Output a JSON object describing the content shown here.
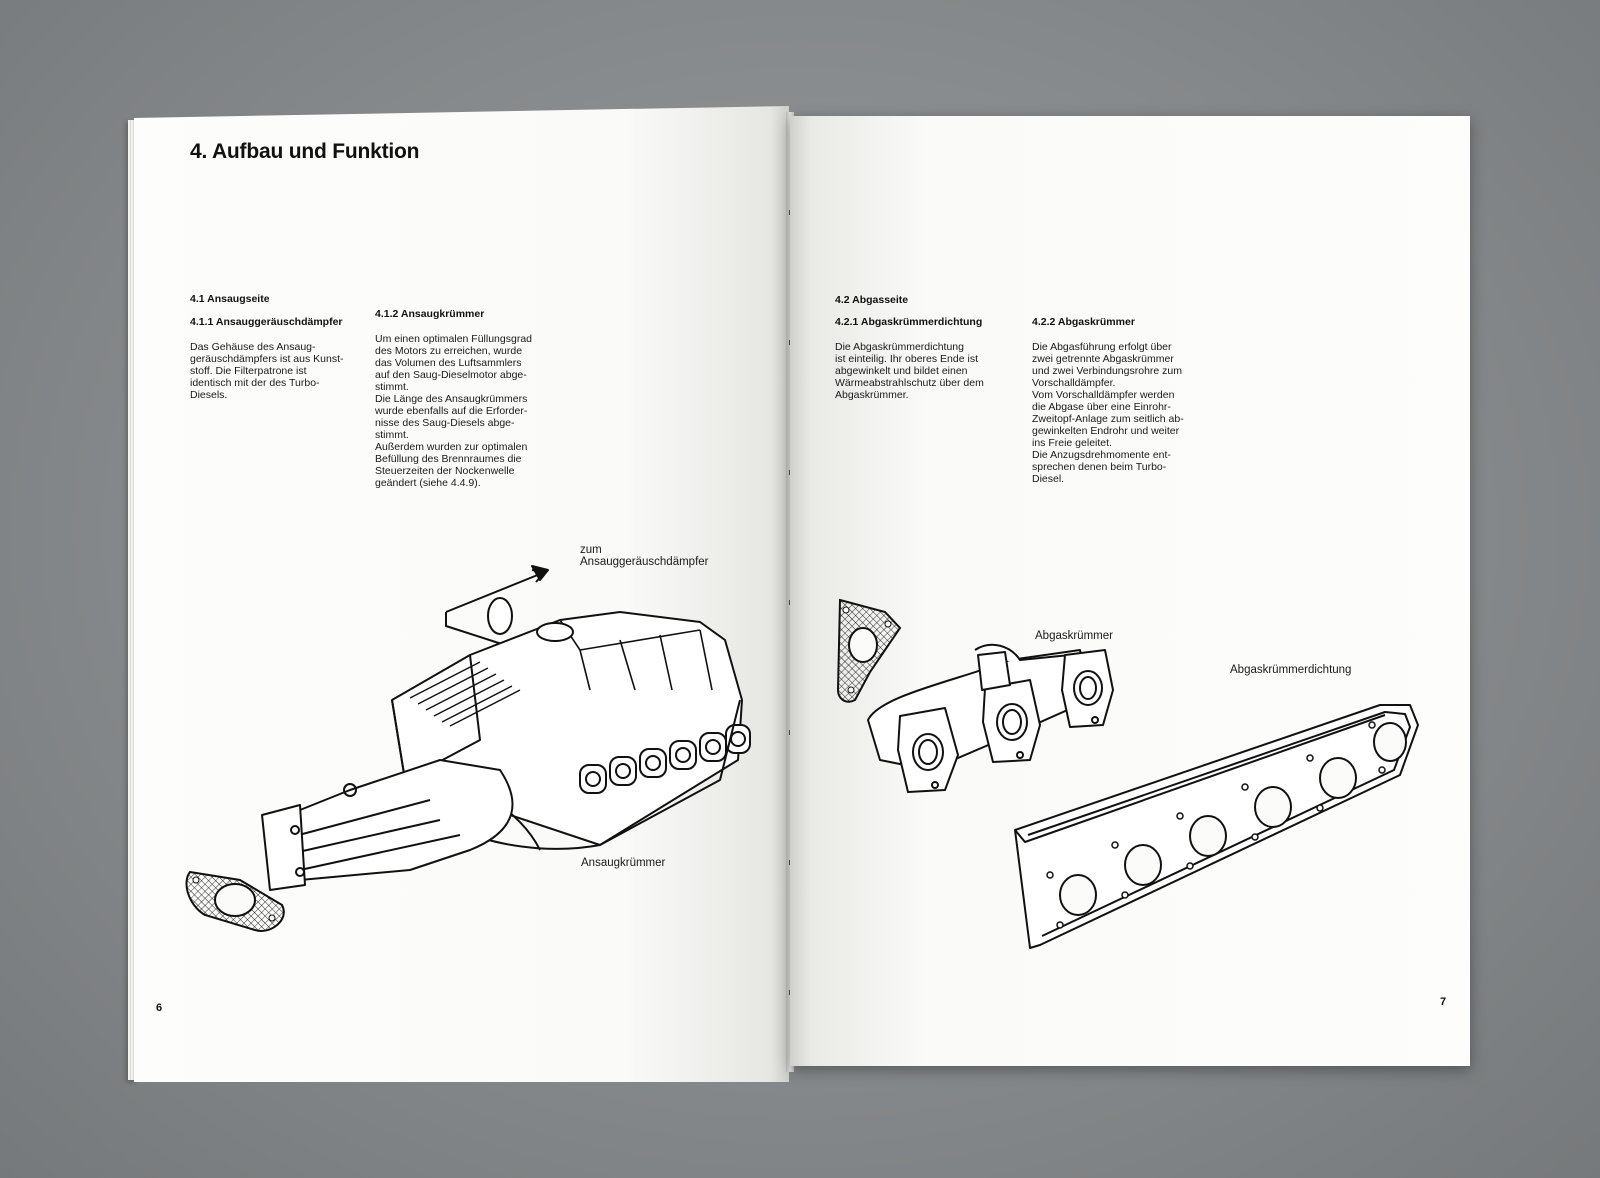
{
  "left_page": {
    "chapter_title": "4. Aufbau und Funktion",
    "section_heading": "4.1 Ansaugseite",
    "sub1_heading": "4.1.1 Ansauggeräuschdämpfer",
    "sub1_text": "Das Gehäuse des Ansaug-\ngeräuschdämpfers ist aus Kunst-\nstoff. Die Filterpatrone ist\nidentisch mit der des Turbo-\nDiesels.",
    "sub2_heading": "4.1.2 Ansaugkrümmer",
    "sub2_text": "Um einen optimalen Füllungsgrad\ndes Motors zu erreichen, wurde\ndas Volumen des Luftsammlers\nauf den Saug-Dieselmotor abge-\nstimmt.\nDie Länge des Ansaugkrümmers\nwurde ebenfalls auf die Erforder-\nnisse des Saug-Diesels abge-\nstimmt.\nAußerdem wurden zur optimalen\nBefüllung des Brennraumes die\nSteuerzeiten der Nockenwelle\ngeändert (siehe 4.4.9).",
    "figure_label_arrow": "zum\nAnsauggeräuschdämpfer",
    "figure_label_manifold": "Ansaugkrümmer",
    "page_number": "6"
  },
  "right_page": {
    "section_heading": "4.2 Abgasseite",
    "sub1_heading": "4.2.1 Abgaskrümmerdichtung",
    "sub1_text": "Die Abgaskrümmerdichtung\nist einteilig. Ihr oberes Ende ist\nabgewinkelt und bildet einen\nWärmeabstrahlschutz über dem\nAbgaskrümmer.",
    "sub2_heading": "4.2.2 Abgaskrümmer",
    "sub2_text": "Die Abgasführung erfolgt über\nzwei getrennte Abgaskrümmer\nund zwei Verbindungsrohre zum\nVorschalldämpfer.\nVom Vorschalldämpfer werden\ndie Abgase über eine Einrohr-\nZweitopf-Anlage zum seitlich ab-\ngewinkelten Endrohr und weiter\nins Freie geleitet.\nDie Anzugsdrehmomente ent-\nsprechen denen beim Turbo-\nDiesel.",
    "figure_label_manifold": "Abgaskrümmer",
    "figure_label_gasket": "Abgaskrümmerdichtung",
    "page_number": "7"
  }
}
